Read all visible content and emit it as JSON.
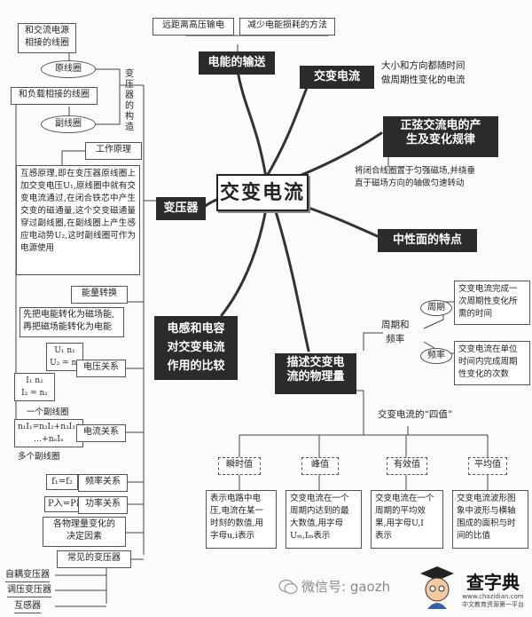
{
  "center": "交变电流",
  "top": {
    "transmission": "电能的输送",
    "hv": "远距离高压输电",
    "reduce": "减少电能损耗的方法"
  },
  "ac": {
    "title": "交变电流",
    "desc": [
      "大小和方向都随时间",
      "做周期性变化的电流"
    ]
  },
  "sine": {
    "title": [
      "正弦交流电的产",
      "生及变化规律"
    ],
    "desc": [
      "将闭合线圈置于匀强磁场,并绕垂",
      "直于磁场方向的轴做匀速转动"
    ]
  },
  "neutral": "中性面的特点",
  "transformer": {
    "title": "变压器",
    "structure_label": "变压器的构造",
    "primary_note": [
      "和交流电源",
      "相接的线圈"
    ],
    "primary": "原线圈",
    "secondary_note": "和负载相接的线圈",
    "secondary": "副线圈",
    "principle": "工作原理",
    "principle_text": "互感原理,即在变压器原线圈上加交变电压U₁,原线圈中就有交变电流通过,在闭合铁芯中产生交变的磁通量,这个交变磁通量穿过副线圈,在副线圈上产生感应电动势U₂,这时副线圈可作为电源使用",
    "energy": "能量转换",
    "energy_text": [
      "先把电能转化为磁场能,",
      "再把磁场能转化为电能"
    ],
    "voltage": "电压关系",
    "voltage_formula": [
      "U₁  n₁",
      "U₂ = n₂"
    ],
    "current": "电流关系",
    "current_formula": [
      "I₁  n₂",
      "I₂ = n₁"
    ],
    "one_secondary": "一个副线圈",
    "multi_formula": [
      "n₁I₁=n₂I₂+n₃I₃+",
      "…+nₙIₙ"
    ],
    "multi_secondary": "多个副线圈",
    "freq": "频率关系",
    "freq_formula": "f₁=f₂",
    "power": "功率关系",
    "power_formula": "P入=P出",
    "decide": [
      "各物理量变化的",
      "决定因素"
    ],
    "common": "常见的变压器",
    "types": [
      "自耦变压器",
      "调压变压器",
      "互感器"
    ]
  },
  "compare": [
    "电感和电容",
    "对交变电流",
    "作用的比较"
  ],
  "quantity": {
    "title": [
      "描述交变电",
      "流的物理量"
    ],
    "period_freq": [
      "周期和",
      "频率"
    ],
    "period": "周期",
    "period_text": [
      "交变电流完成一",
      "次周期性变化所",
      "需的时间"
    ],
    "frequency": "频率",
    "frequency_text": [
      "交变电流在单位",
      "时间内完成周期",
      "性变化的次数"
    ],
    "four": "交变电流的“四值”",
    "values": [
      {
        "name": "瞬时值",
        "text": [
          "表示电路中电",
          "压,电流在某一",
          "时刻的数值,用",
          "字母u,i表示"
        ]
      },
      {
        "name": "峰值",
        "text": [
          "交变电流在一个",
          "周期内达到的最",
          "大数值,用字母",
          "Uₘ,Iₘ表示"
        ]
      },
      {
        "name": "有效值",
        "text": [
          "交变电流在一个",
          "周期的平均效",
          "果,用字母U,I",
          "表示"
        ]
      },
      {
        "name": "平均值",
        "text": [
          "交变电流波形图",
          "象中波形与横轴",
          "围成的面积与时",
          "间的比值"
        ]
      }
    ]
  },
  "watermark": "微信号: gaozh",
  "logo": {
    "name": "查字典",
    "url": "www.chazidian.com",
    "slogan": "中文教育资源第一平台"
  },
  "colors": {
    "dark_box": "#2b2b2b",
    "line": "#333333"
  }
}
